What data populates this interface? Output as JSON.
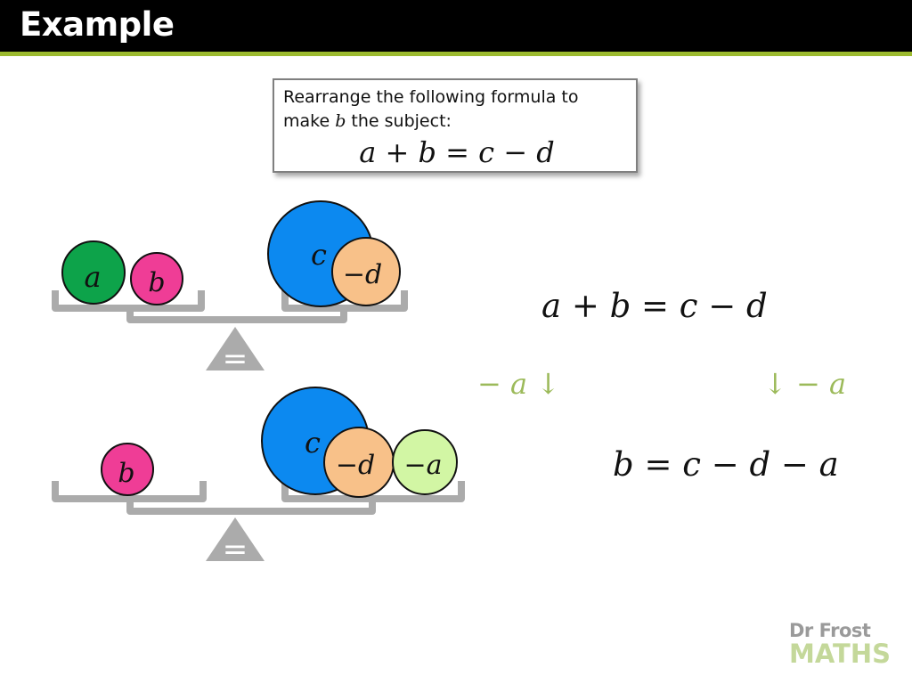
{
  "header": {
    "title": "Example"
  },
  "question": {
    "line1": "Rearrange the following formula to",
    "line2_pre": "make ",
    "line2_var": "b",
    "line2_post": " the subject:",
    "equation": "a + b = c − d"
  },
  "scale_top": {
    "left_balls": [
      {
        "label": "a",
        "color": "#0da34a"
      },
      {
        "label": "b",
        "color": "#ef3d96"
      }
    ],
    "right_balls": [
      {
        "label": "c",
        "color": "#0c89f0"
      },
      {
        "label": "−d",
        "color": "#f8c189"
      }
    ],
    "fulcrum_symbol": "="
  },
  "scale_bottom": {
    "left_balls": [
      {
        "label": "b",
        "color": "#ef3d96"
      }
    ],
    "right_balls": [
      {
        "label": "c",
        "color": "#0c89f0"
      },
      {
        "label": "−d",
        "color": "#f8c189"
      },
      {
        "label": "−a",
        "color": "#d2f6a4"
      }
    ],
    "fulcrum_symbol": "="
  },
  "working": {
    "eq1": "a + b = c − d",
    "op_left": "− a ↓",
    "op_right": "↓ − a",
    "eq2": "b = c − d − a"
  },
  "logo": {
    "top": "Dr Frost",
    "bottom": "MATHS"
  },
  "colors": {
    "accent": "#9cba2f",
    "scale_grey": "#ababab",
    "op_green": "#9cba5a"
  }
}
